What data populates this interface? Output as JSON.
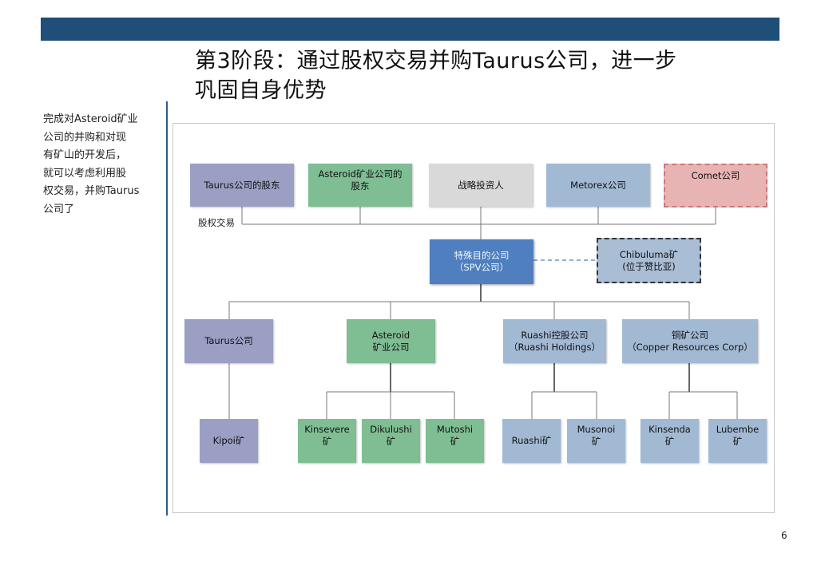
{
  "title": {
    "line1": "第3阶段：通过股权交易并购Taurus公司，进一步",
    "line2": "巩固自身优势"
  },
  "side_note": {
    "lines": [
      "完成对Asteroid矿业",
      "公司的并购和对现",
      "有矿山的开发后，",
      "就可以考虑利用股",
      "权交易，并购Taurus",
      "公司了"
    ]
  },
  "diagram": {
    "shareholders": {
      "taurus_holders": [
        "Taurus公司的股东"
      ],
      "asteroid_holders": [
        "Asteroid矿业公司的",
        "股东"
      ],
      "strategic": [
        "战略投资人"
      ],
      "metorex": [
        "Metorex公司"
      ],
      "comet": [
        "Comet公司"
      ]
    },
    "edge_label": "股权交易",
    "spv": [
      "特殊目的公司",
      "（SPV公司）"
    ],
    "chibuluma": [
      "Chibuluma矿",
      "(位于赞比亚)"
    ],
    "subsidiaries": {
      "taurus": [
        "Taurus公司"
      ],
      "asteroid": [
        "Asteroid",
        "矿业公司"
      ],
      "ruashi": [
        "Ruashi控股公司",
        "（Ruashi Holdings）"
      ],
      "copper": [
        "铜矿公司",
        "（Copper Resources Corp）"
      ]
    },
    "mines": {
      "kipoi": [
        "Kipoi矿"
      ],
      "kinsevere": [
        "Kinsevere",
        "矿"
      ],
      "dikulushi": [
        "Dikulushi",
        "矿"
      ],
      "mutoshi": [
        "Mutoshi",
        "矿"
      ],
      "ruashi_mine": [
        "Ruashi矿"
      ],
      "musonoi": [
        "Musonoi",
        "矿"
      ],
      "kinsenda": [
        "Kinsenda",
        "矿"
      ],
      "lubembe": [
        "Lubembe",
        "矿"
      ]
    }
  },
  "page_number": "6",
  "colors": {
    "header_bar": "#1f4e79",
    "purple": "#9b9fc4",
    "green": "#7fbd93",
    "gray": "#d9d9d9",
    "blue": "#a2b9d3",
    "pink": "#e8b3b3",
    "spv": "#4f7fbe"
  }
}
